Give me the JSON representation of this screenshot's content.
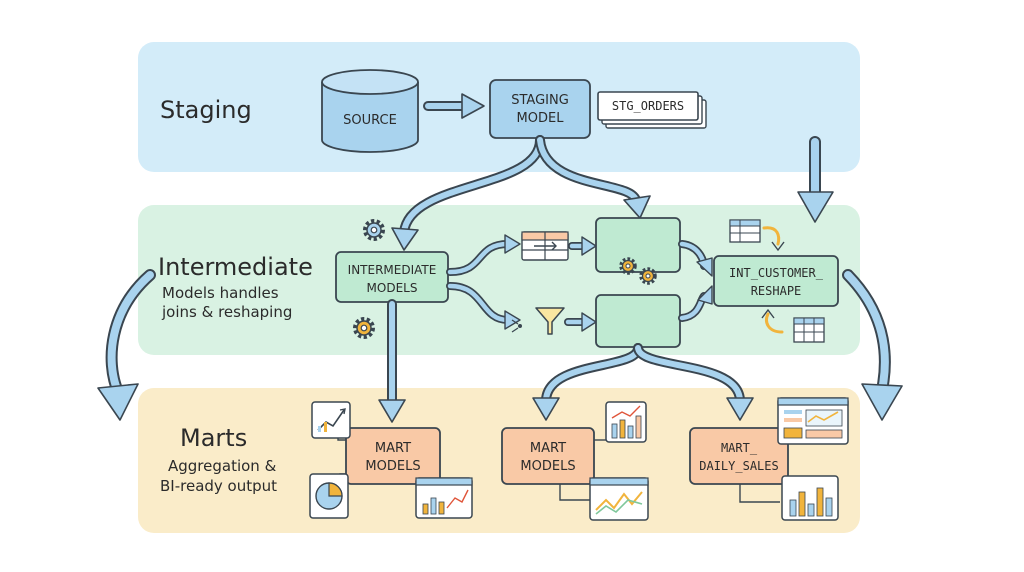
{
  "lanes": {
    "staging": {
      "title": "Staging"
    },
    "intermediate": {
      "title": "Intermediate",
      "desc_line1": "Models handles",
      "desc_line2": "joins & reshaping"
    },
    "marts": {
      "title": "Marts",
      "desc_line1": "Aggregation &",
      "desc_line2": "BI-ready output"
    }
  },
  "nodes": {
    "source": "SOURCE",
    "staging_model_line1": "STAGING",
    "staging_model_line2": "MODEL",
    "stg_orders": "STG_ORDERS",
    "intermediate_models_line1": "INTERMEDIATE",
    "intermediate_models_line2": "MODELS",
    "int_customer_line1": "INT_CUSTOMER_",
    "int_customer_line2": "RESHAPE",
    "mart1_line1": "MART",
    "mart1_line2": "MODELS",
    "mart2_line1": "MART",
    "mart2_line2": "MODELS",
    "mart3_line1": "MART_",
    "mart3_line2": "DAILY_SALES"
  },
  "colors": {
    "staging_lane": "#d3ecf9",
    "intermediate_lane": "#d9f2e3",
    "marts_lane": "#faecc9",
    "blue_node": "#a9d3ee",
    "green_node": "#bfead2",
    "orange_node": "#f9c9a6",
    "arrow_fill": "#a9d3ee",
    "stroke": "#3a4650",
    "gear": "#f1b43c"
  },
  "icons": [
    "gear-icon",
    "table-icon",
    "filter-icon",
    "bar-chart-icon",
    "line-chart-icon",
    "pie-chart-icon",
    "dashboard-icon",
    "loop-arrow-icon"
  ]
}
